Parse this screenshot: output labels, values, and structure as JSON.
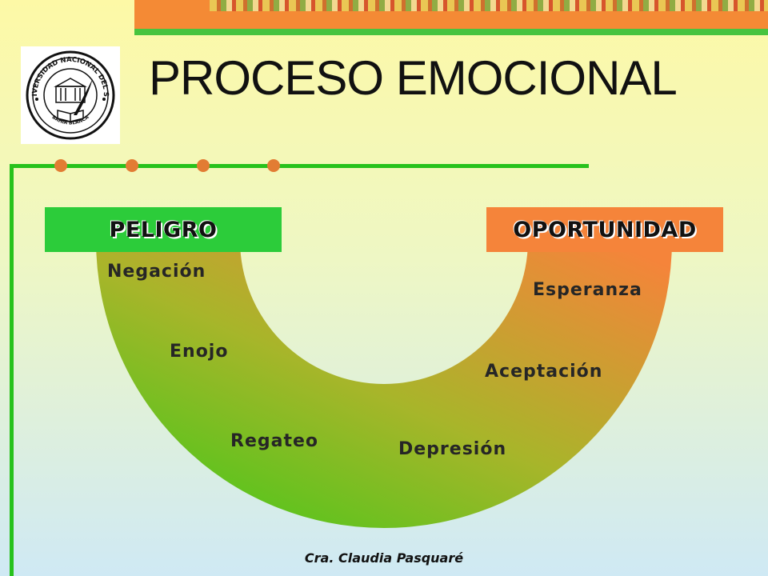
{
  "title": "PROCESO EMOCIONAL",
  "logo": {
    "name": "university-seal",
    "text_top": "UNIVERSIDAD NACIONAL DEL SUR",
    "text_bottom": "BAHIA BLANCA"
  },
  "labels": {
    "left": "PELIGRO",
    "right": "OPORTUNIDAD"
  },
  "stages": [
    "Negación",
    "Enojo",
    "Regateo",
    "Depresión",
    "Aceptación",
    "Esperanza"
  ],
  "footer": "Cra. Claudia Pasquaré",
  "colors": {
    "green_accent": "#27c21c",
    "orange_accent": "#f5843a",
    "arc_green": "#4fc61b",
    "arc_orange": "#f08a3a",
    "dot": "#e27c33"
  }
}
